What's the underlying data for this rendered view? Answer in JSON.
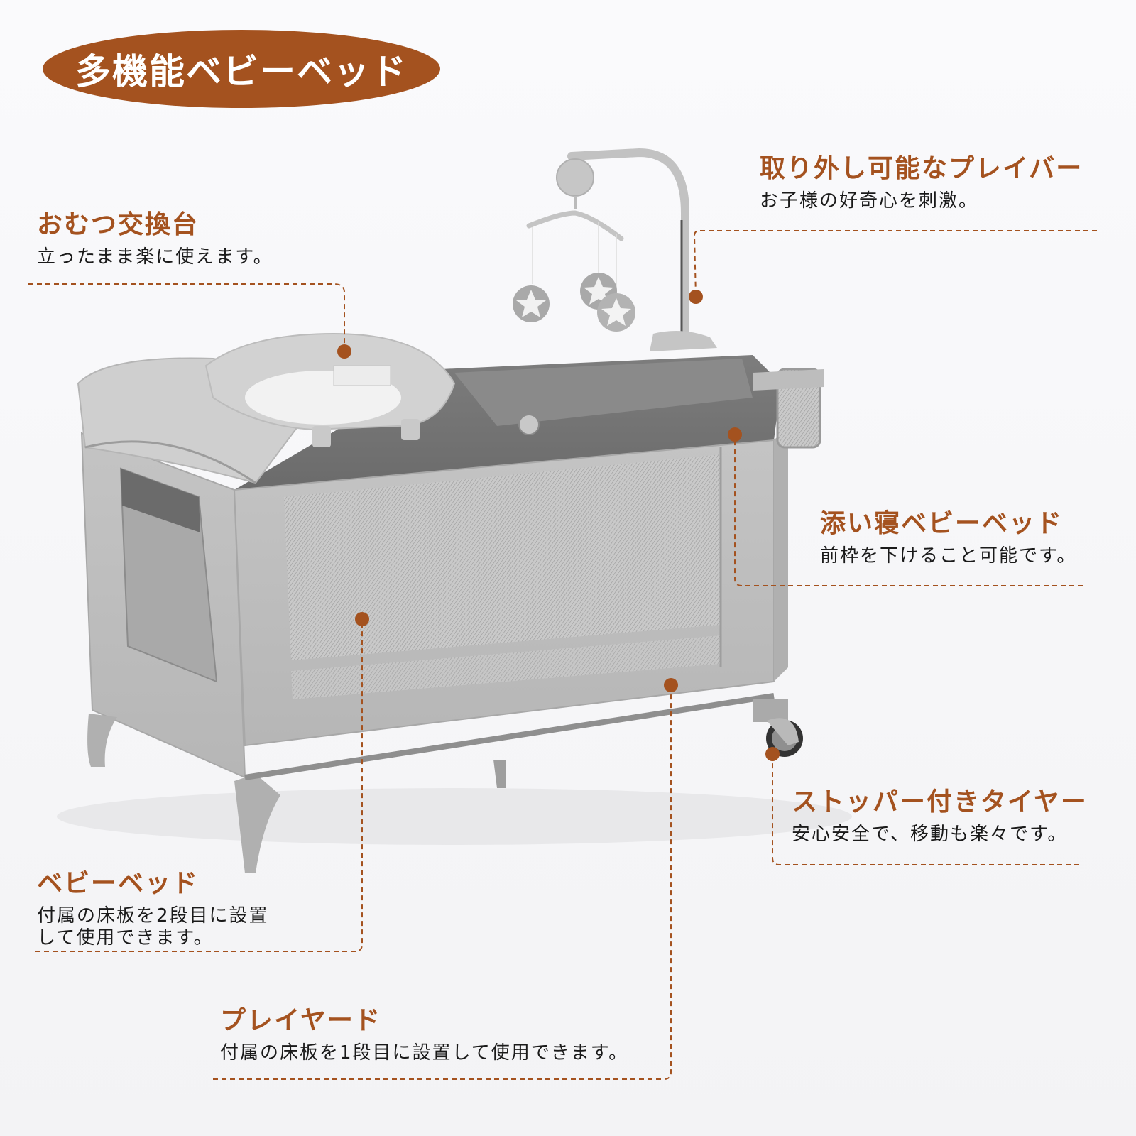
{
  "header": {
    "title": "多機能ベビーベッド",
    "badge_color": "#a4521f"
  },
  "accent_color": "#a4521f",
  "callouts": [
    {
      "id": "changing-table",
      "title": "おむつ交換台",
      "desc": "立ったまま楽に使えます。"
    },
    {
      "id": "play-bar",
      "title": "取り外し可能なプレイバー",
      "desc": "お子様の好奇心を刺激。"
    },
    {
      "id": "co-sleeper",
      "title": "添い寝ベビーベッド",
      "desc": "前枠を下けること可能です。"
    },
    {
      "id": "stopper-wheels",
      "title": "ストッパー付きタイヤー",
      "desc": "安心安全で、移動も楽々です。"
    },
    {
      "id": "baby-bed",
      "title": "ベビーベッド",
      "desc": "付属の床板を2段目に設置\nして使用できます。"
    },
    {
      "id": "playyard",
      "title": "プレイヤード",
      "desc": "付属の床板を1段目に設置して使用できます。"
    }
  ],
  "product_image": {
    "subject": "grey portable baby crib with changing table, mobile, side storage basket and locking wheels",
    "icons": [
      "changing-table",
      "hanging-mobile",
      "star-balls",
      "storage-basket",
      "locking-wheel",
      "mesh-side-panel",
      "side-pocket"
    ]
  }
}
